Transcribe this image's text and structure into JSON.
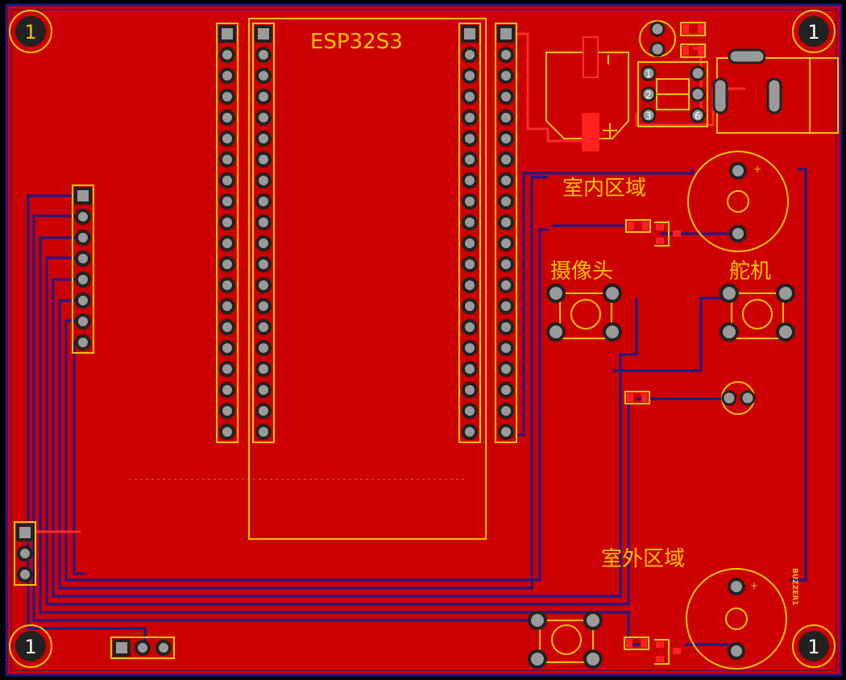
{
  "board": {
    "title": "ESP32S3",
    "labels": {
      "indoor_area": "室内区域",
      "camera": "摄像头",
      "servo": "舵机",
      "outdoor_area": "室外区域",
      "buzzer": "BUZZER1"
    },
    "mounting_hole_label": "1",
    "header6_pins": [
      "1",
      "2",
      "3",
      "6"
    ],
    "colors": {
      "copper_top": "#cc0000",
      "copper_bottom": "#1a1a8c",
      "silkscreen": "#f5c400",
      "pad": "#9a9a9a",
      "background": "#000000"
    }
  }
}
